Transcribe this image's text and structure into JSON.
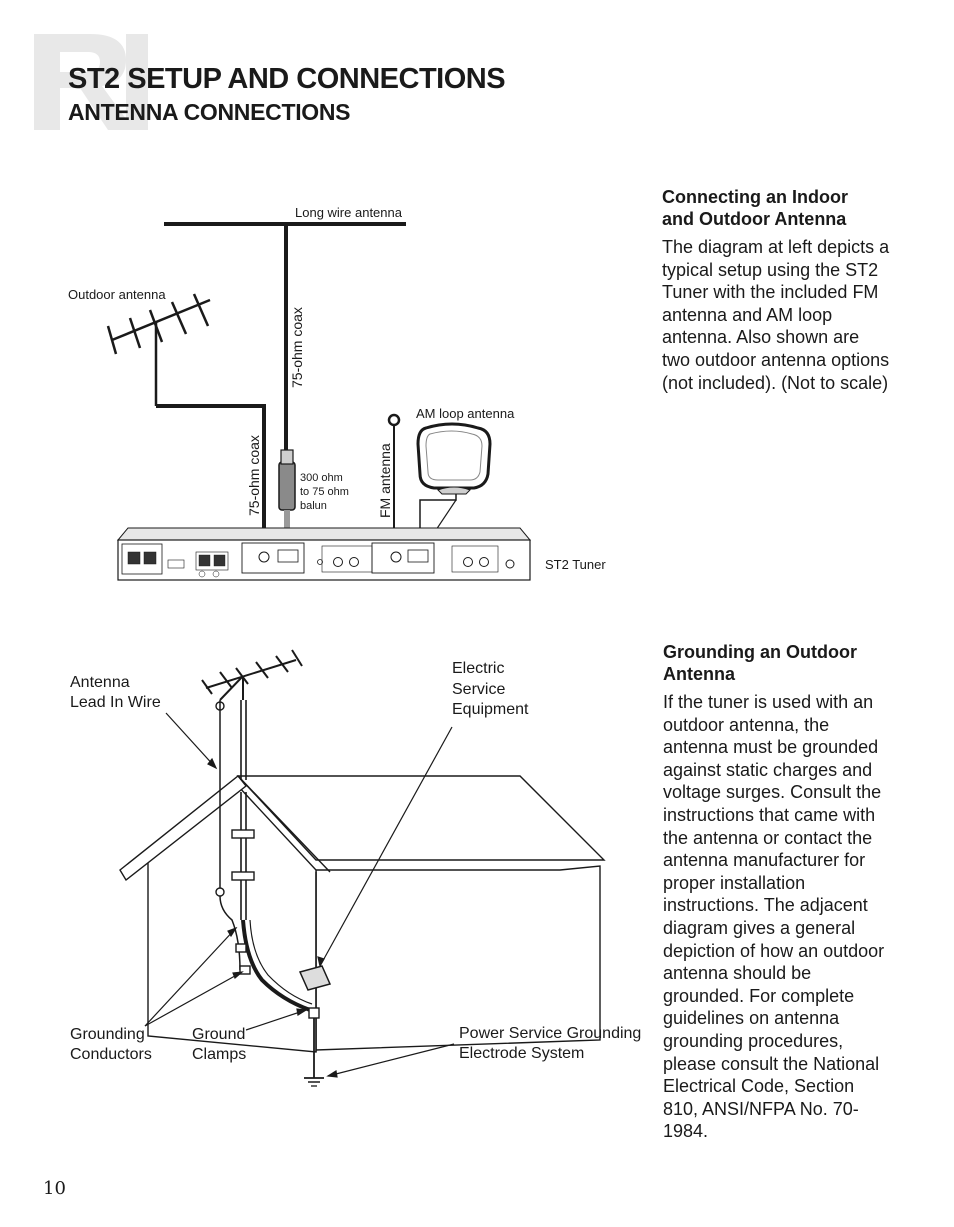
{
  "header": {
    "title": "ST2 SETUP AND CONNECTIONS",
    "subtitle": "ANTENNA CONNECTIONS"
  },
  "diagram1": {
    "long_wire": "Long wire antenna",
    "outdoor_antenna": "Outdoor antenna",
    "coax_vertical_top": "75-ohm coax",
    "coax_vertical_left": "75-ohm coax",
    "balun_line1": "300 ohm",
    "balun_line2": "to 75 ohm",
    "balun_line3": "balun",
    "fm_antenna": "FM antenna",
    "am_loop": "AM loop antenna",
    "tuner": "ST2 Tuner"
  },
  "diagram2": {
    "lead_in_1": "Antenna",
    "lead_in_2": "Lead In Wire",
    "electric_1": "Electric",
    "electric_2": "Service",
    "electric_3": "Equipment",
    "grounding_1": "Grounding",
    "grounding_2": "Conductors",
    "clamps_1": "Ground",
    "clamps_2": "Clamps",
    "power_1": "Power Service Grounding",
    "power_2": "Electrode System"
  },
  "section_indoor": {
    "heading_1": "Connecting an Indoor",
    "heading_2": "and Outdoor Antenna",
    "body": "The diagram at left depicts a typical setup using the ST2 Tuner with the included FM antenna and AM loop antenna. Also shown are two outdoor antenna options (not included). (Not to scale)"
  },
  "section_grounding": {
    "heading_1": "Grounding an Outdoor",
    "heading_2": "Antenna",
    "body": "If the tuner is used with an outdoor antenna, the antenna must be grounded against static charges and voltage surges. Consult the instructions that came with the antenna or contact the antenna manufacturer for proper installation instructions. The adjacent diagram gives a general depiction of how an outdoor antenna should be grounded. For complete guidelines on antenna grounding procedures, please consult the National Electrical Code, Section 810, ANSI/NFPA No. 70-1984."
  },
  "footer": {
    "page_number": "10"
  },
  "colors": {
    "text": "#1a1a1a",
    "watermark": "#e6e6e6",
    "house_fill": "#ffffff"
  }
}
